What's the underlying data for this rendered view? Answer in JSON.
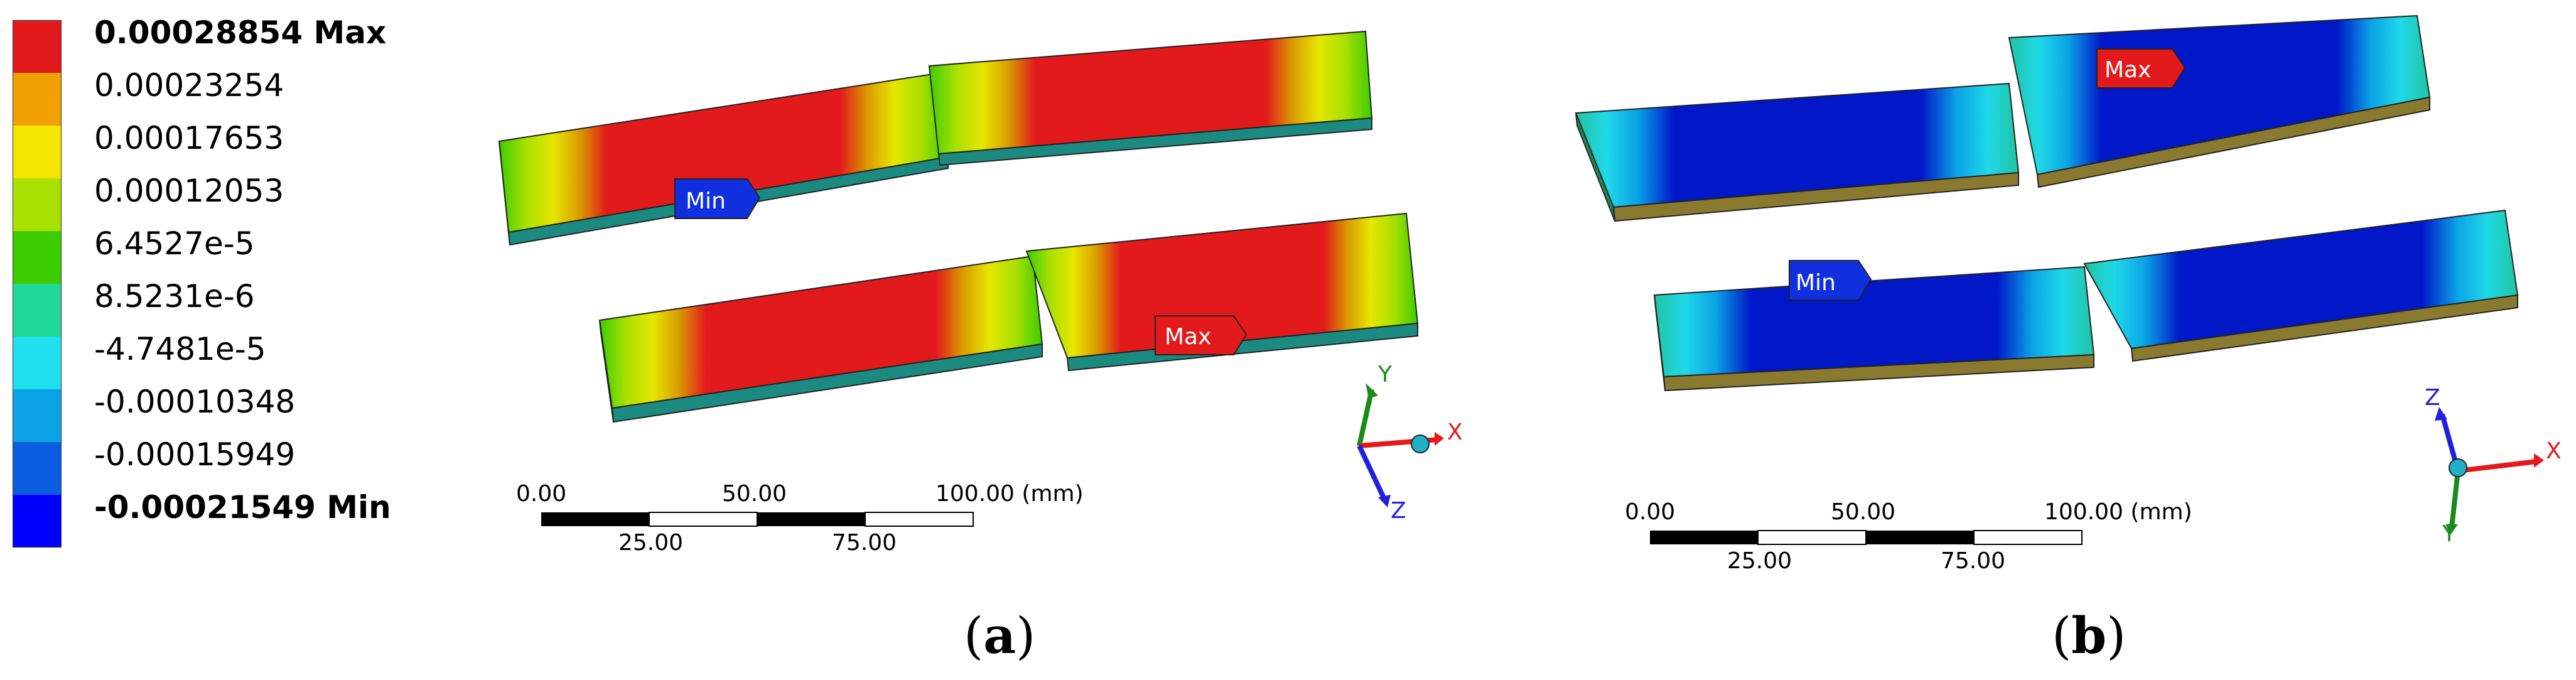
{
  "legend": {
    "entries": [
      {
        "label": "0.00028854 Max",
        "color": "#e31a1c",
        "bold": true
      },
      {
        "label": "0.00023254",
        "color": "#f0a000"
      },
      {
        "label": "0.00017653",
        "color": "#f5e600"
      },
      {
        "label": "0.00012053",
        "color": "#a8e000"
      },
      {
        "label": "6.4527e-5",
        "color": "#3ccc00"
      },
      {
        "label": "8.5231e-6",
        "color": "#20d89a"
      },
      {
        "label": "-4.7481e-5",
        "color": "#20e0f0"
      },
      {
        "label": "-0.00010348",
        "color": "#0ba3e6"
      },
      {
        "label": "-0.00015949",
        "color": "#0b5ee0"
      },
      {
        "label": "-0.00021549 Min",
        "color": "#0000ff",
        "bold": true
      }
    ]
  },
  "panel_a": {
    "min_tag": "Min",
    "max_tag": "Max",
    "axes": {
      "x": "X",
      "y": "Y",
      "z": "Z"
    },
    "scale": {
      "top_labels": [
        "0.00",
        "50.00",
        "100.00 (mm)"
      ],
      "bottom_labels": [
        "25.00",
        "75.00"
      ]
    },
    "caption_letter": "a"
  },
  "panel_b": {
    "min_tag": "Min",
    "max_tag": "Max",
    "axes": {
      "x": "X",
      "y": "Y",
      "z": "Z"
    },
    "scale": {
      "top_labels": [
        "0.00",
        "50.00",
        "100.00 (mm)"
      ],
      "bottom_labels": [
        "25.00",
        "75.00"
      ]
    },
    "caption_letter": "b"
  },
  "colors": {
    "red": "#e31a1c",
    "orange": "#d99a00",
    "yellow": "#e6e600",
    "lightgreen": "#a8e000",
    "green": "#3ccc00",
    "teal": "#20c4a0",
    "cyan": "#20d8e8",
    "lightblue": "#0ba3e6",
    "blue": "#0000e0",
    "darkblue": "#0018c8"
  }
}
